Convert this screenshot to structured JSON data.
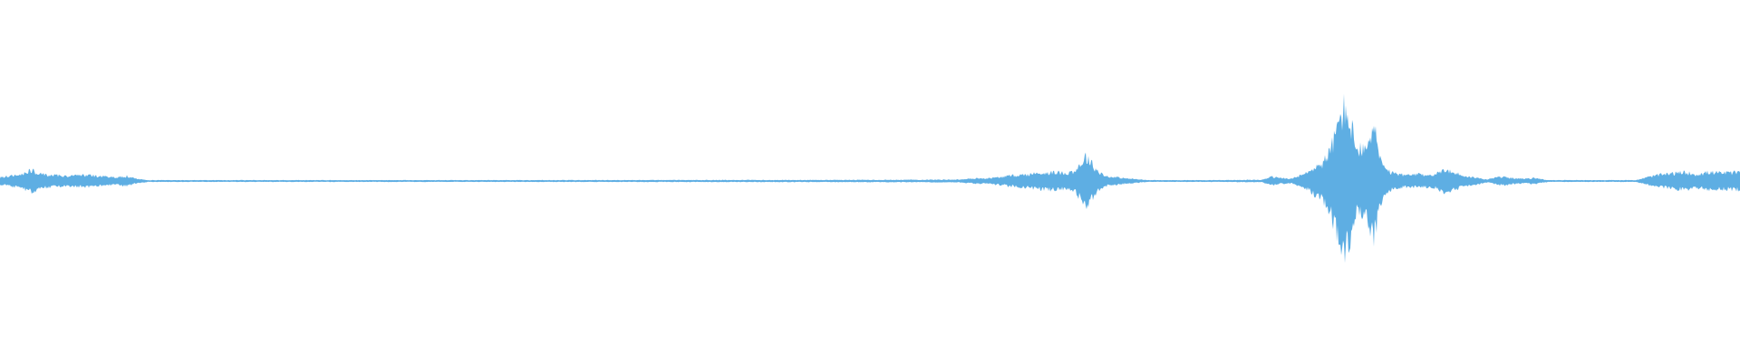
{
  "waveform": {
    "color": "#5eaee3",
    "baseline_color": "#6fb6e6",
    "amplitude_scale": 1.0,
    "envelope": [
      [
        0.0,
        0.025
      ],
      [
        0.006,
        0.035
      ],
      [
        0.012,
        0.045
      ],
      [
        0.018,
        0.075
      ],
      [
        0.024,
        0.045
      ],
      [
        0.03,
        0.04
      ],
      [
        0.04,
        0.035
      ],
      [
        0.05,
        0.04
      ],
      [
        0.06,
        0.03
      ],
      [
        0.068,
        0.025
      ],
      [
        0.073,
        0.035
      ],
      [
        0.077,
        0.018
      ],
      [
        0.085,
        0.006
      ],
      [
        0.15,
        0.006
      ],
      [
        0.3,
        0.006
      ],
      [
        0.46,
        0.007
      ],
      [
        0.52,
        0.008
      ],
      [
        0.552,
        0.01
      ],
      [
        0.56,
        0.018
      ],
      [
        0.57,
        0.02
      ],
      [
        0.58,
        0.035
      ],
      [
        0.59,
        0.045
      ],
      [
        0.598,
        0.055
      ],
      [
        0.605,
        0.06
      ],
      [
        0.612,
        0.055
      ],
      [
        0.618,
        0.07
      ],
      [
        0.621,
        0.12
      ],
      [
        0.624,
        0.17
      ],
      [
        0.627,
        0.13
      ],
      [
        0.63,
        0.08
      ],
      [
        0.635,
        0.035
      ],
      [
        0.645,
        0.02
      ],
      [
        0.66,
        0.006
      ],
      [
        0.7,
        0.006
      ],
      [
        0.725,
        0.008
      ],
      [
        0.73,
        0.03
      ],
      [
        0.736,
        0.02
      ],
      [
        0.742,
        0.015
      ],
      [
        0.748,
        0.04
      ],
      [
        0.752,
        0.06
      ],
      [
        0.756,
        0.1
      ],
      [
        0.76,
        0.12
      ],
      [
        0.765,
        0.22
      ],
      [
        0.769,
        0.39
      ],
      [
        0.772,
        0.5
      ],
      [
        0.776,
        0.42
      ],
      [
        0.779,
        0.24
      ],
      [
        0.782,
        0.22
      ],
      [
        0.785,
        0.2
      ],
      [
        0.787,
        0.3
      ],
      [
        0.789,
        0.42
      ],
      [
        0.791,
        0.3
      ],
      [
        0.793,
        0.16
      ],
      [
        0.796,
        0.08
      ],
      [
        0.8,
        0.055
      ],
      [
        0.808,
        0.04
      ],
      [
        0.815,
        0.045
      ],
      [
        0.822,
        0.04
      ],
      [
        0.827,
        0.055
      ],
      [
        0.831,
        0.09
      ],
      [
        0.834,
        0.06
      ],
      [
        0.838,
        0.05
      ],
      [
        0.843,
        0.03
      ],
      [
        0.85,
        0.02
      ],
      [
        0.855,
        0.01
      ],
      [
        0.862,
        0.03
      ],
      [
        0.87,
        0.02
      ],
      [
        0.876,
        0.015
      ],
      [
        0.882,
        0.02
      ],
      [
        0.89,
        0.006
      ],
      [
        0.94,
        0.006
      ],
      [
        0.952,
        0.04
      ],
      [
        0.96,
        0.05
      ],
      [
        0.968,
        0.06
      ],
      [
        0.975,
        0.045
      ],
      [
        0.982,
        0.06
      ],
      [
        0.99,
        0.055
      ],
      [
        1.0,
        0.06
      ]
    ]
  }
}
